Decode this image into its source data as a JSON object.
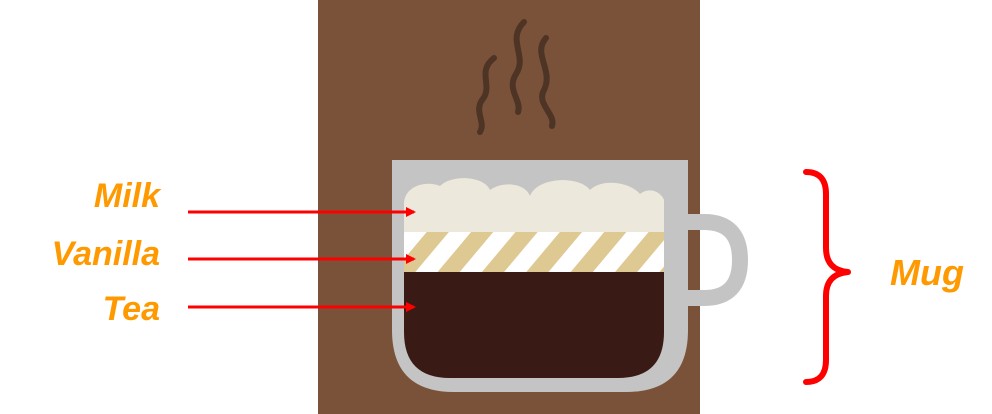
{
  "colors": {
    "background": "#ffffff",
    "panel": "#7a5239",
    "steam": "#4e3425",
    "mug_rim": "#c4c4c4",
    "milk_foam": "#ece8db",
    "vanilla_stripe": "#dfc993",
    "vanilla_base": "#ffffff",
    "tea": "#3a1a14",
    "arrow": "#ff0000",
    "label": "#ff9900",
    "brace": "#ff0000"
  },
  "labels": {
    "milk": "Milk",
    "vanilla": "Vanilla",
    "tea": "Tea",
    "mug": "Mug"
  }
}
